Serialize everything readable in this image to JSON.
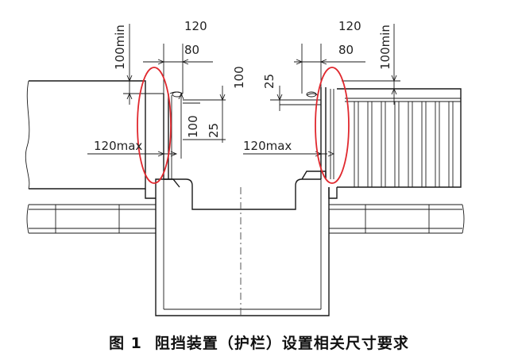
{
  "figure": {
    "number": "图 1",
    "title": "阻挡装置（护栏）设置相关尺寸要求"
  },
  "dimensions": {
    "left_gap": "100min",
    "left_top_a": "120",
    "left_top_b": "80",
    "left_vert_a": "100",
    "left_vert_b": "25",
    "left_max": "120max",
    "right_vert_a": "100",
    "right_vert_b": "25",
    "right_top_a": "120",
    "right_top_b": "80",
    "right_gap": "100min",
    "right_max": "120max"
  },
  "colors": {
    "highlight": "#e0282e",
    "line": "#1a1a1a"
  }
}
